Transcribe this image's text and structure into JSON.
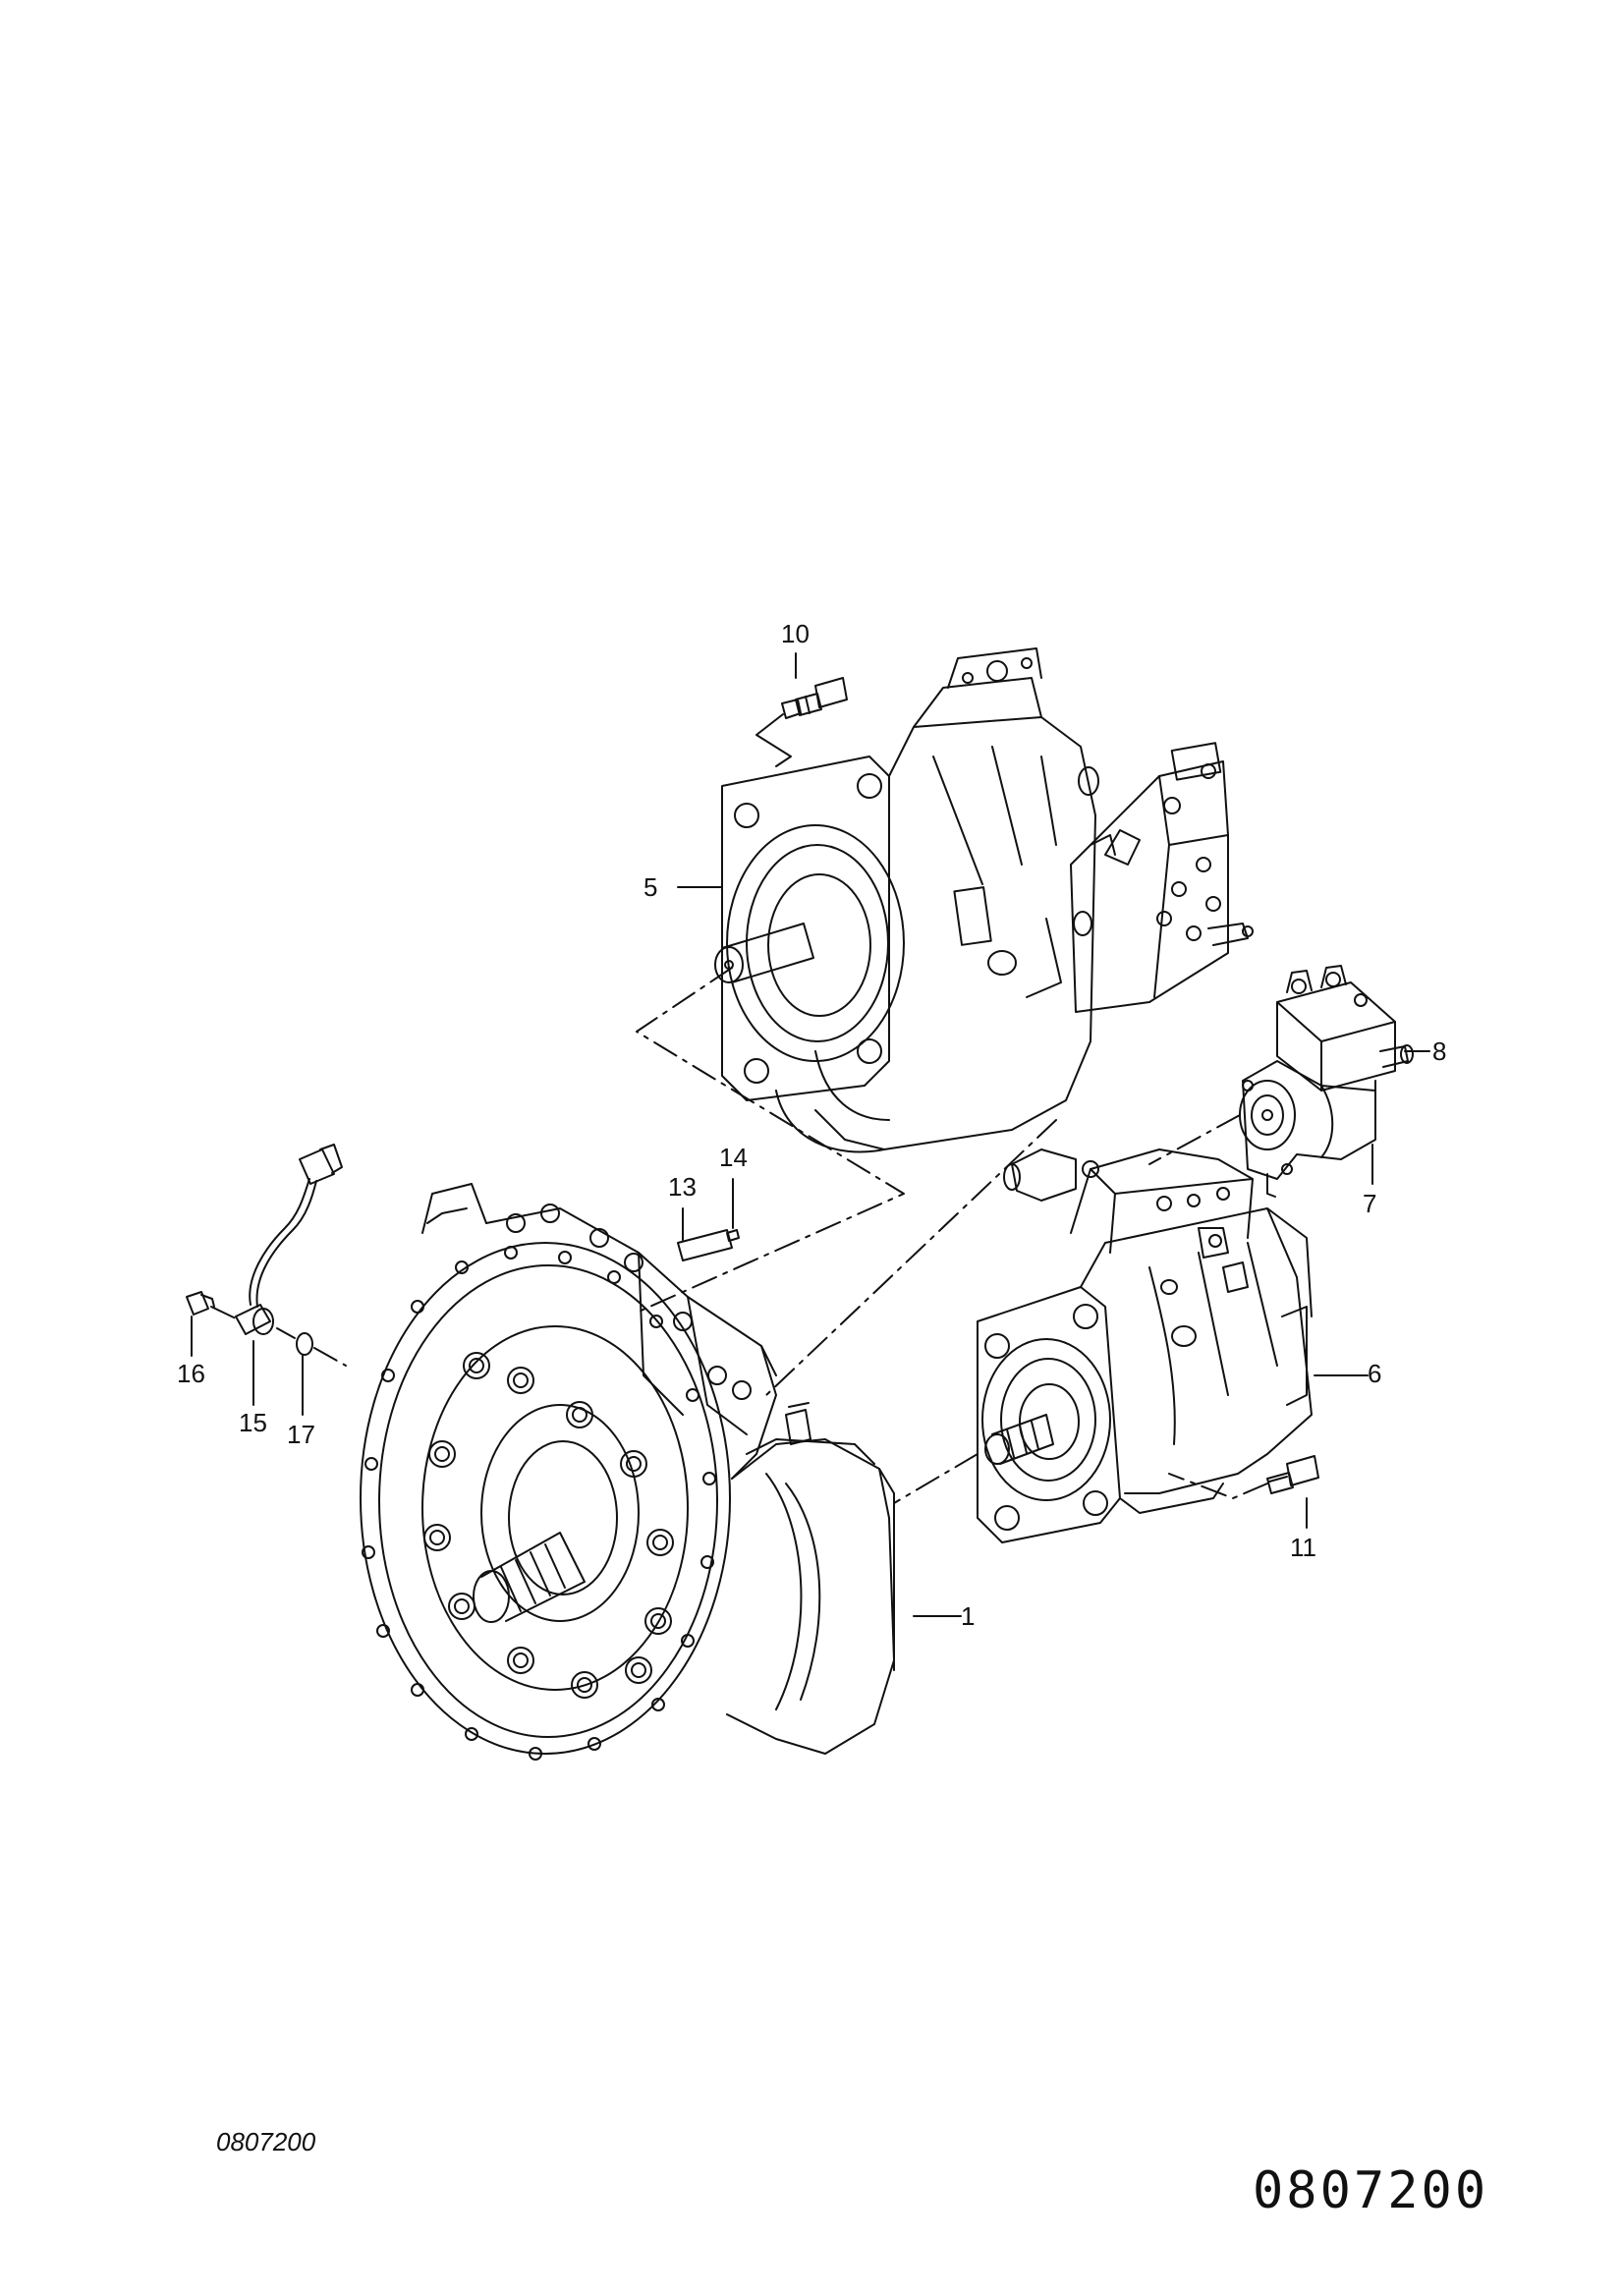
{
  "callouts": [
    {
      "id": "1",
      "label": "1"
    },
    {
      "id": "5",
      "label": "5"
    },
    {
      "id": "6",
      "label": "6"
    },
    {
      "id": "7",
      "label": "7"
    },
    {
      "id": "8",
      "label": "8"
    },
    {
      "id": "10",
      "label": "10"
    },
    {
      "id": "11",
      "label": "11"
    },
    {
      "id": "13",
      "label": "13"
    },
    {
      "id": "14",
      "label": "14"
    },
    {
      "id": "15",
      "label": "15"
    },
    {
      "id": "16",
      "label": "16"
    },
    {
      "id": "17",
      "label": "17"
    }
  ],
  "figure_code_small": "0807200",
  "figure_code_large": "0807200",
  "line_color": "#111111"
}
